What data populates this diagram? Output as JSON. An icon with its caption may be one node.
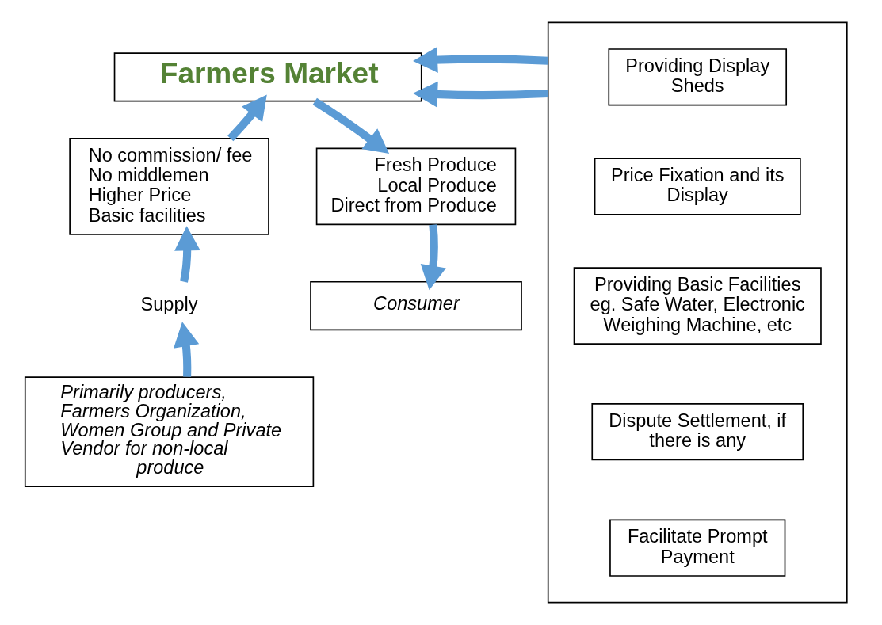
{
  "diagram": {
    "nodes": [
      {
        "text": [
          "Farmers Market"
        ]
      },
      {
        "text": [],
        "shape": "box"
      },
      {
        "text": [
          "Providing Display Sheds"
        ],
        "in": 1
      },
      {
        "text": [
          "Price Fixation and its Display"
        ],
        "in": 1
      },
      {
        "text": [
          "Providing Basic Facilities",
          "eg. Safe Water, Electronic Weighing Machine, etc"
        ],
        "in": 1
      },
      {
        "text": [
          "Dispute Settlement, if there is any"
        ],
        "in": 1
      },
      {
        "text": [
          "Facilitate Prompt Payment"
        ],
        "in": 1
      },
      {
        "text": [
          "No commission/ fee",
          "No middlemen",
          "Higher Price",
          "Basic facilities"
        ]
      },
      {
        "text": [
          "Supply"
        ]
      },
      {
        "text": [
          "Primarily producers, Farmers Organization, Women Group and Private Vendor for non-local produce"
        ]
      },
      {
        "text": [
          "Fresh Produce",
          "Local Produce",
          "Direct from Produce"
        ]
      },
      {
        "text": [
          "Consumer"
        ]
      }
    ],
    "edges": [
      {
        "from": 9,
        "to": 8,
        "arrow": "to"
      },
      {
        "from": 8,
        "to": 7,
        "arrow": "to"
      },
      {
        "from": 7,
        "to": 0,
        "arrow": "to"
      },
      {
        "from": 1,
        "to": 0,
        "arrow": "to"
      },
      {
        "from": 1,
        "to": 0,
        "arrow": "to"
      },
      {
        "from": 0,
        "to": 10,
        "arrow": "to"
      },
      {
        "from": 10,
        "to": 11,
        "arrow": "to"
      }
    ]
  }
}
